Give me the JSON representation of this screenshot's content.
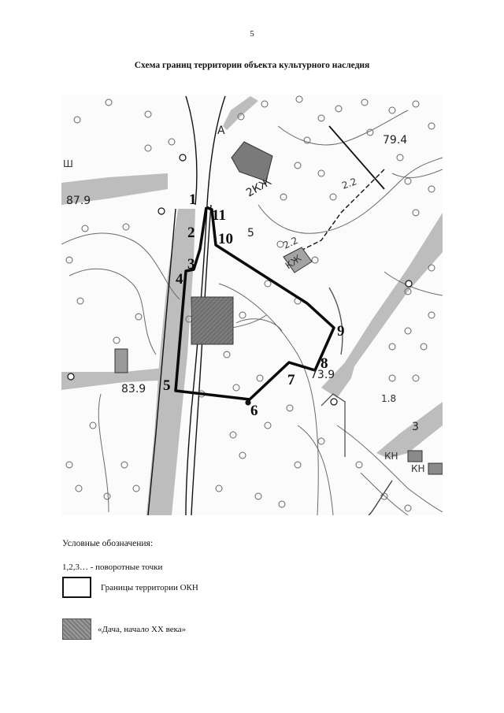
{
  "page_number": "5",
  "title": "Схема границ территории объекта культурного наследия",
  "map": {
    "turning_points": [
      "1",
      "2",
      "3",
      "4",
      "5",
      "6",
      "7",
      "8",
      "9",
      "10",
      "11"
    ],
    "labels": {
      "road": "А",
      "elev_top_right": "79.4",
      "elev_left": "87.9",
      "elev_bottom_left": "83.9",
      "elev_right_mid": "73.9",
      "elev_bottom_right": "1.8",
      "house_1": "2КЖ",
      "house_2": "2.2",
      "house_3": "КЖ",
      "house_4": "2.2",
      "house_5": "КН",
      "house_6": "КН",
      "num_5": "5",
      "num_3": "3",
      "box_left": "Ш"
    }
  },
  "legend": {
    "heading": "Условные обозначения:",
    "points": "1,2,3… - поворотные точки",
    "boundary": "Границы территории ОКН",
    "building": "«Дача, начало ХХ века»"
  },
  "colors": {
    "boundary": "#111111",
    "zone_gray": "#b9b9b9",
    "building": "#6f6f6f"
  }
}
